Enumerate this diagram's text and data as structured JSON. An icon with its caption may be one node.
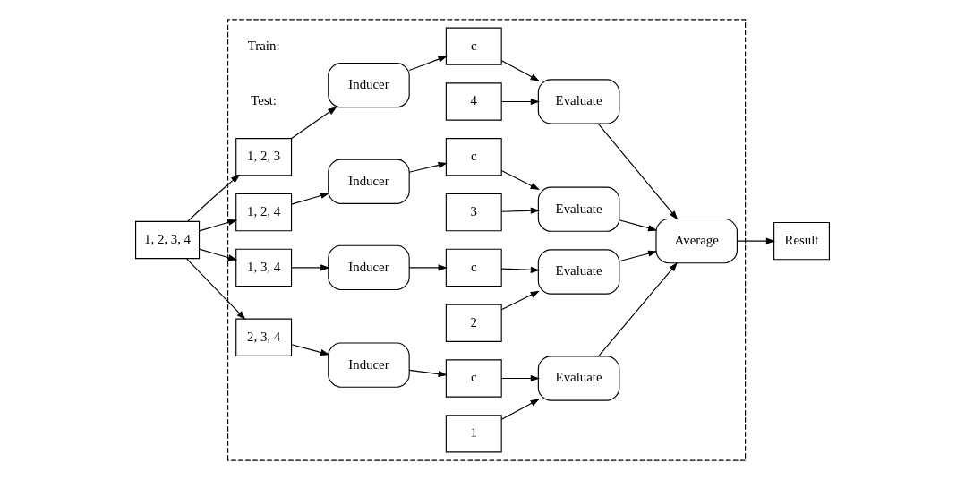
{
  "diagram": {
    "nodes": [
      {
        "text": [],
        "shape": "box"
      },
      {
        "text": [
          "1, 2, 3, 4"
        ]
      },
      {
        "text": [
          "1, 2, 3"
        ],
        "in": 0
      },
      {
        "text": [
          "Inducer"
        ],
        "in": 0
      },
      {
        "text": [
          "c"
        ],
        "in": 0
      },
      {
        "text": [
          "Evaluate"
        ],
        "in": 0
      },
      {
        "text": [
          "4"
        ],
        "in": 0
      },
      {
        "text": [
          "1, 2, 4"
        ],
        "in": 0
      },
      {
        "text": [
          "Inducer"
        ],
        "in": 0
      },
      {
        "text": [
          "c"
        ],
        "in": 0
      },
      {
        "text": [
          "Evaluate"
        ],
        "in": 0
      },
      {
        "text": [
          "Average"
        ],
        "in": 0
      },
      {
        "text": [
          "3"
        ],
        "in": 0
      },
      {
        "text": [
          "1, 3, 4"
        ],
        "in": 0
      },
      {
        "text": [
          "Inducer"
        ],
        "in": 0
      },
      {
        "text": [
          "c"
        ],
        "in": 0
      },
      {
        "text": [
          "Evaluate"
        ],
        "in": 0
      },
      {
        "text": [
          "2"
        ],
        "in": 0
      },
      {
        "text": [
          "2, 3, 4"
        ],
        "in": 0
      },
      {
        "text": [
          "Inducer"
        ],
        "in": 0
      },
      {
        "text": [
          "c"
        ],
        "in": 0
      },
      {
        "text": [
          "Evaluate"
        ],
        "in": 0
      },
      {
        "text": [
          "1"
        ],
        "in": 0
      },
      {
        "text": [
          "Result"
        ]
      }
    ],
    "edges": [
      {
        "from": 1,
        "to": 2,
        "arrow": "to"
      },
      {
        "from": 1,
        "to": 7,
        "arrow": "to"
      },
      {
        "from": 1,
        "to": 13,
        "arrow": "to"
      },
      {
        "from": 1,
        "to": 18,
        "arrow": "to"
      },
      {
        "from": 2,
        "to": 3,
        "arrow": "to"
      },
      {
        "from": 3,
        "to": 4,
        "arrow": "to"
      },
      {
        "from": 4,
        "to": 5,
        "arrow": "to"
      },
      {
        "from": 6,
        "to": 5,
        "arrow": "to"
      },
      {
        "from": 7,
        "to": 8,
        "arrow": "to"
      },
      {
        "from": 8,
        "to": 9,
        "arrow": "to"
      },
      {
        "from": 9,
        "to": 10,
        "arrow": "to"
      },
      {
        "from": 12,
        "to": 10,
        "arrow": "to"
      },
      {
        "from": 13,
        "to": 14,
        "arrow": "to"
      },
      {
        "from": 14,
        "to": 15,
        "arrow": "to"
      },
      {
        "from": 15,
        "to": 16,
        "arrow": "to"
      },
      {
        "from": 17,
        "to": 16,
        "arrow": "to"
      },
      {
        "from": 18,
        "to": 19,
        "arrow": "to"
      },
      {
        "from": 19,
        "to": 20,
        "arrow": "to"
      },
      {
        "from": 20,
        "to": 21,
        "arrow": "to"
      },
      {
        "from": 22,
        "to": 21,
        "arrow": "to"
      },
      {
        "from": 5,
        "to": 11,
        "arrow": "to"
      },
      {
        "from": 10,
        "to": 11,
        "arrow": "to"
      },
      {
        "from": 16,
        "to": 11,
        "arrow": "to"
      },
      {
        "from": 21,
        "to": 11,
        "arrow": "to"
      },
      {
        "from": 11,
        "to": 23,
        "arrow": "to"
      }
    ],
    "labels": [
      "Train:",
      "Test:"
    ]
  }
}
